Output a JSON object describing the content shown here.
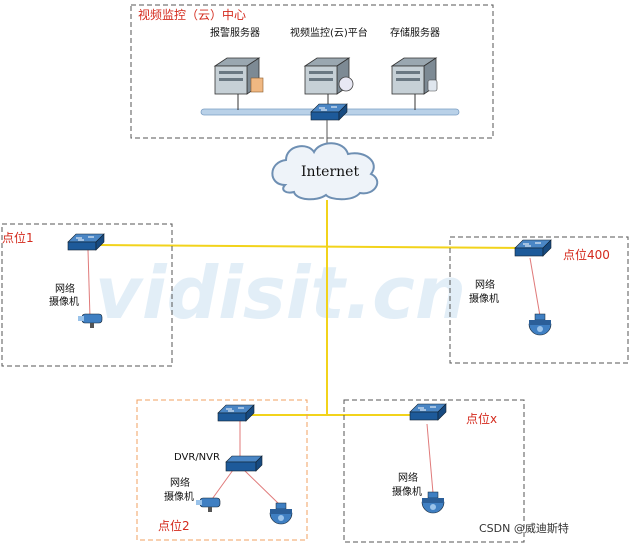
{
  "center": {
    "title": "视频监控（云）中心",
    "servers": [
      {
        "label": "报警服务器",
        "icon": "server-icon"
      },
      {
        "label": "视频监控(云)平台",
        "icon": "server-icon"
      },
      {
        "label": "存储服务器",
        "icon": "server-icon"
      }
    ]
  },
  "internet": {
    "label": "Internet",
    "icon": "cloud-icon"
  },
  "sites": {
    "site1": {
      "title": "点位1",
      "camera_label_1": "网络",
      "camera_label_2": "摄像机"
    },
    "site400": {
      "title": "点位400",
      "camera_label_1": "网络",
      "camera_label_2": "摄像机"
    },
    "site2": {
      "title": "点位2",
      "dvr_label": "DVR/NVR",
      "camera_label_1": "网络",
      "camera_label_2": "摄像机"
    },
    "sitex": {
      "title": "点位x",
      "camera_label_1": "网络",
      "camera_label_2": "摄像机"
    }
  },
  "watermark": "vidisit.cn",
  "credit": "CSDN @威迪斯特",
  "colors": {
    "title_red": "#d42b1e",
    "link_yellow": "#f2d31b",
    "local_red": "#e07a7a",
    "bus_blue": "#9dbbd8",
    "box_gray": "#555555",
    "box_orange": "#f0a060",
    "switch_blue": "#1d5a9a"
  }
}
